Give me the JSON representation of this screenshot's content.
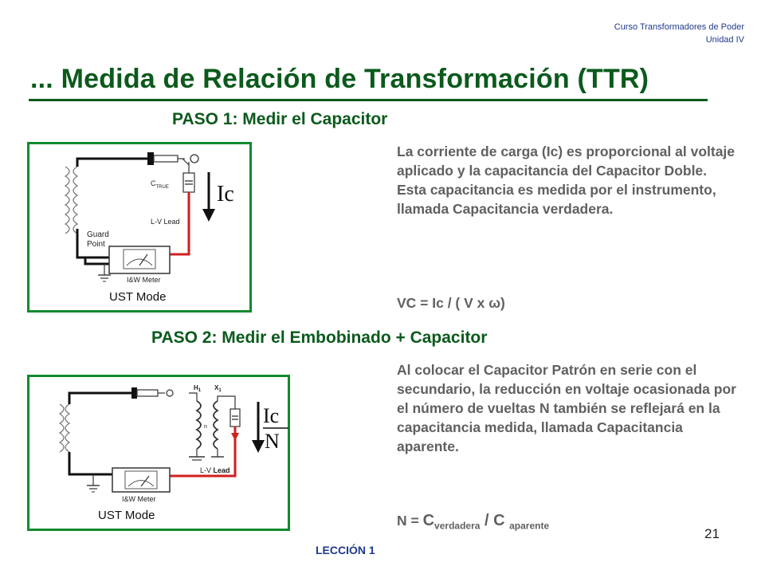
{
  "header": {
    "course": "Curso Transformadores de Poder",
    "unit": "Unidad IV"
  },
  "title": "...  Medida de Relación de Transformación (TTR)",
  "step1": {
    "heading": "PASO 1: Medir el Capacitor",
    "body": "La corriente de carga (Ic) es proporcional al voltaje aplicado y la capacitancia del Capacitor Doble. Esta capacitancia es medida por el instrumento, llamada Capacitancia verdadera.",
    "formula": "VC  =  Ic / ( V x ω)",
    "diagram": {
      "c_label": "C",
      "c_sub": "TRUE",
      "lv_lead": "L-V Lead",
      "guard_line1": "Guard",
      "guard_line2": "Point",
      "meter": "I&W Meter",
      "mode": "UST Mode",
      "current": "Ic"
    }
  },
  "step2": {
    "heading": "PASO 2: Medir el Embobinado + Capacitor",
    "body": "Al colocar el Capacitor Patrón en serie con el secundario, la reducción en voltaje ocasionada por el número de vueltas N  también se reflejará en la capacitancia medida, llamada Capacitancia aparente.",
    "formula": {
      "prefix": "N = ",
      "c1": "C",
      "sub1": "verdadera",
      "sep": " / C ",
      "sub2": "aparente"
    },
    "diagram": {
      "h1": "H",
      "h1_sub": "1",
      "x1": "X",
      "x1_sub": "1",
      "n": "n",
      "lv": "L-V ",
      "lead": "Lead",
      "meter": "I&W Meter",
      "mode": "UST Mode",
      "current_top": "Ic",
      "current_bottom": "N"
    }
  },
  "footer": "LECCIÓN 1",
  "page_number": "21",
  "colors": {
    "green": "#0b5a1c",
    "frame": "#118a2e",
    "lead_red": "#d11f1f",
    "text_gray": "#606060"
  }
}
